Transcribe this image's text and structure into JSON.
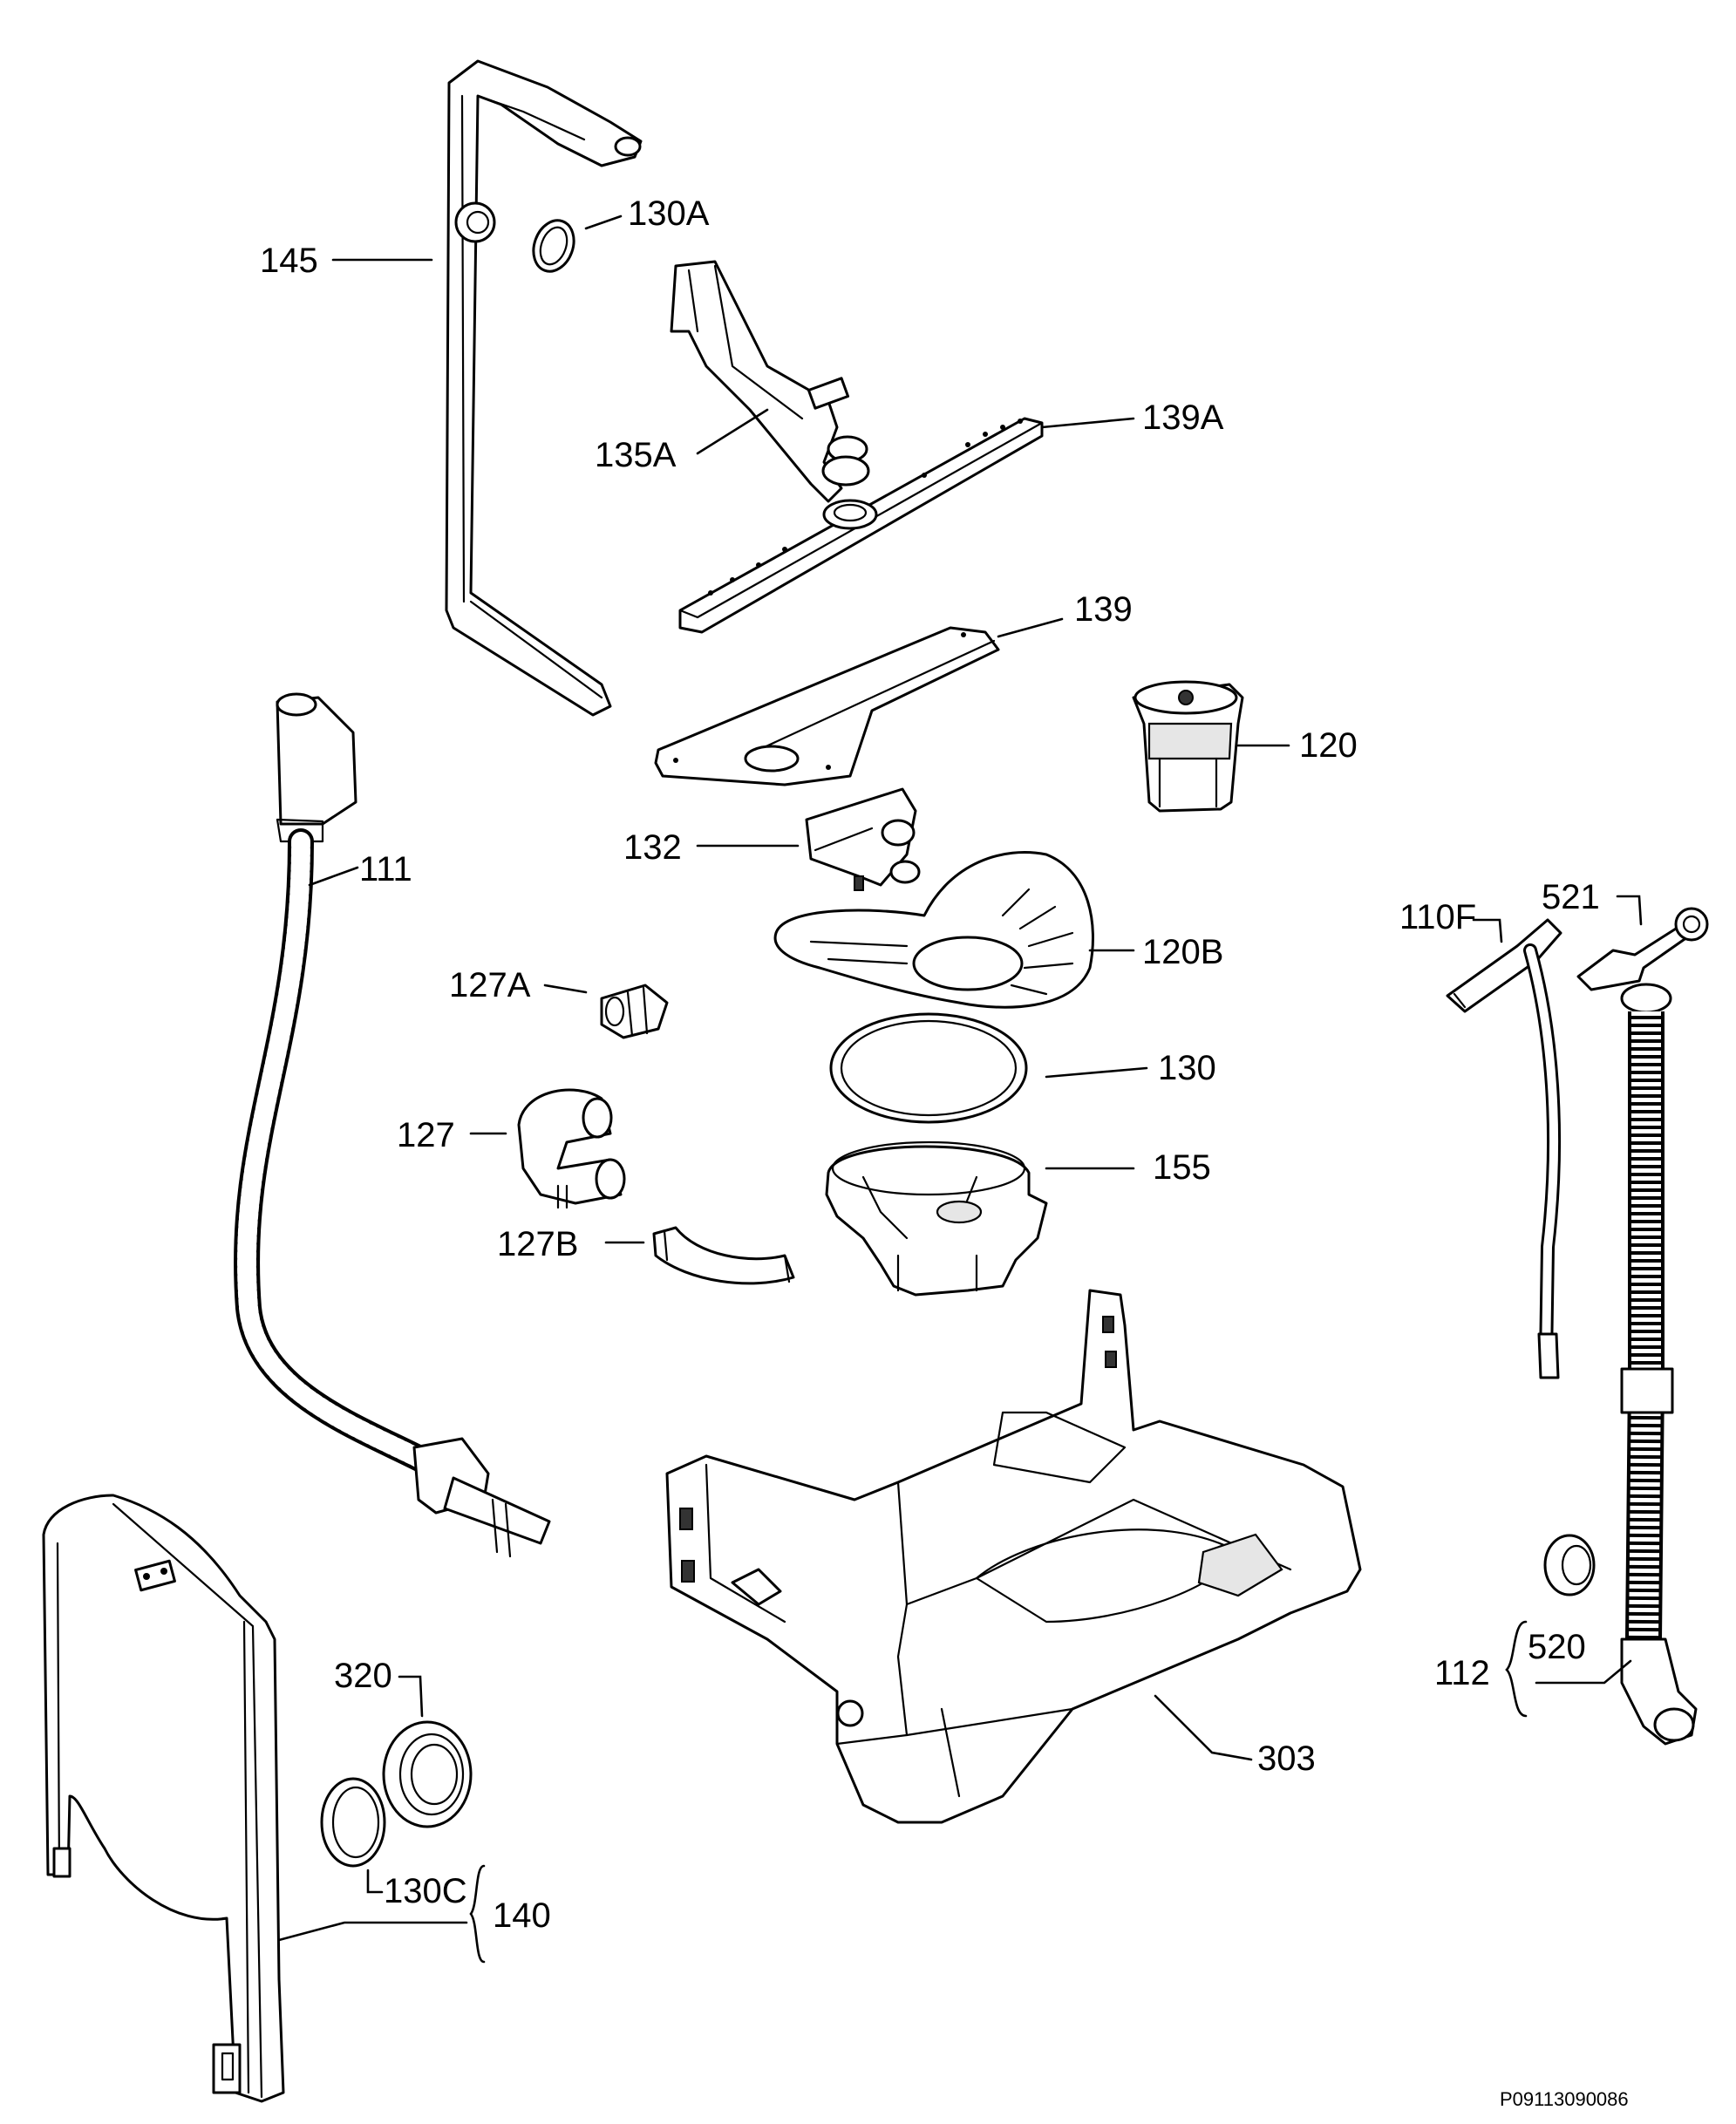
{
  "labels": {
    "p145": "145",
    "p130A": "130A",
    "p135A": "135A",
    "p139A": "139A",
    "p139": "139",
    "p120": "120",
    "p111": "111",
    "p132": "132",
    "p120B": "120B",
    "p127A": "127A",
    "p130": "130",
    "p127": "127",
    "p155": "155",
    "p127B": "127B",
    "p110F": "110F",
    "p521": "521",
    "p112": "112",
    "p520": "520",
    "p320": "320",
    "p130C": "130C",
    "p140": "140",
    "p303": "303"
  },
  "drawing_code": "P09113090086"
}
